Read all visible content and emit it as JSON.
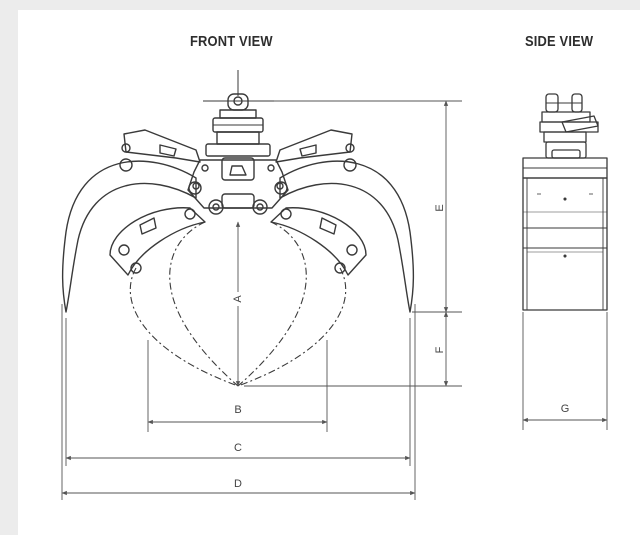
{
  "front_view": {
    "title": "FRONT VIEW",
    "dimensions": {
      "a": "A",
      "b": "B",
      "c": "C",
      "d": "D",
      "e": "E",
      "f": "F"
    }
  },
  "side_view": {
    "title": "SIDE VIEW",
    "dimensions": {
      "g": "G"
    }
  },
  "colors": {
    "background": "#ececec",
    "sheet": "#ffffff",
    "ink": "#3a3a3a",
    "dimension_line": "#555555",
    "title": "#2e2e2e"
  }
}
